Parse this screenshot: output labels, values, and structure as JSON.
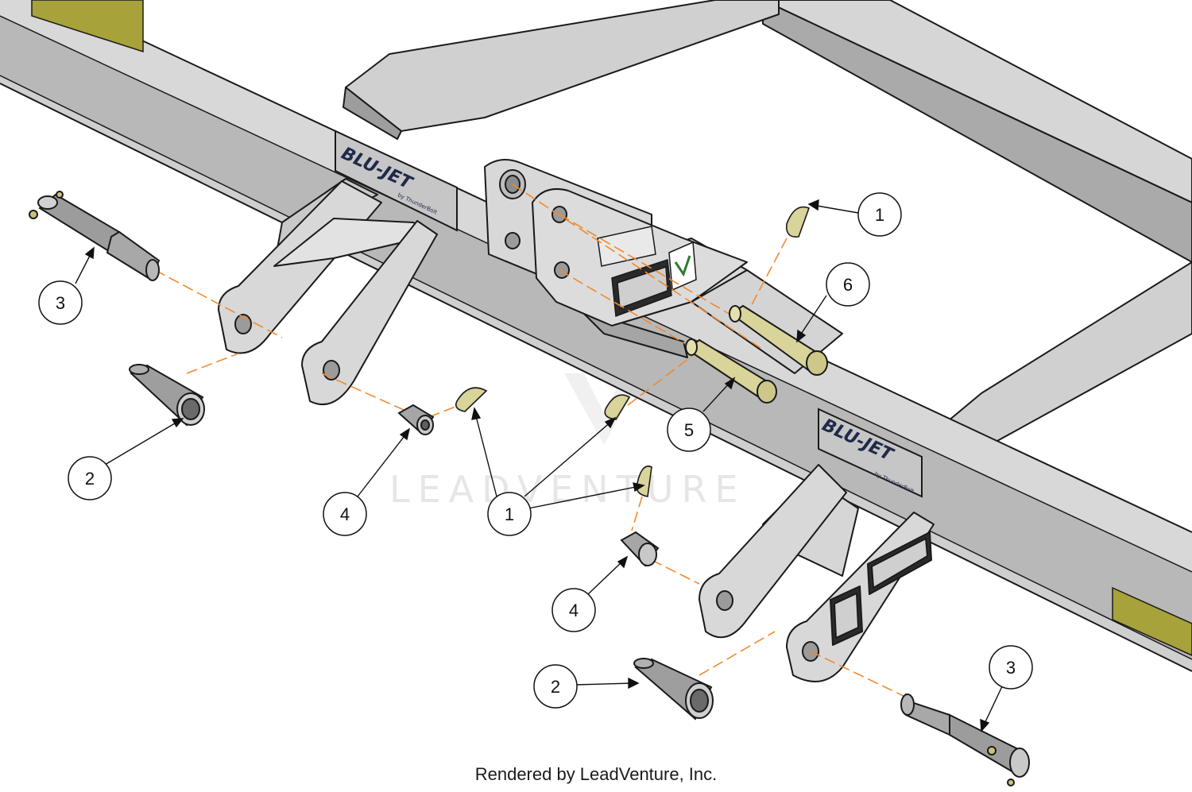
{
  "diagram": {
    "brand_label_left": "BLU-JET",
    "brand_label_right": "BLU-JET",
    "brand_sub": "by ThunderBolt",
    "watermark": "LEADVENTURE",
    "callouts": [
      {
        "id": "1a",
        "label": "1"
      },
      {
        "id": "6",
        "label": "6"
      },
      {
        "id": "3a",
        "label": "3"
      },
      {
        "id": "2a",
        "label": "2"
      },
      {
        "id": "4a",
        "label": "4"
      },
      {
        "id": "1b",
        "label": "1"
      },
      {
        "id": "5",
        "label": "5"
      },
      {
        "id": "4b",
        "label": "4"
      },
      {
        "id": "2b",
        "label": "2"
      },
      {
        "id": "3b",
        "label": "3"
      }
    ]
  },
  "footer": {
    "credit": "Rendered by LeadVenture, Inc."
  },
  "colors": {
    "frame": "#d9d9d9",
    "frame_dark": "#a9a9a9",
    "frame_edge": "#1a1a1a",
    "pin_yellow": "#d8d49a",
    "centerline": "#f08a30",
    "bushing": "#c8c8c8",
    "reflector": "#a7a23a"
  }
}
